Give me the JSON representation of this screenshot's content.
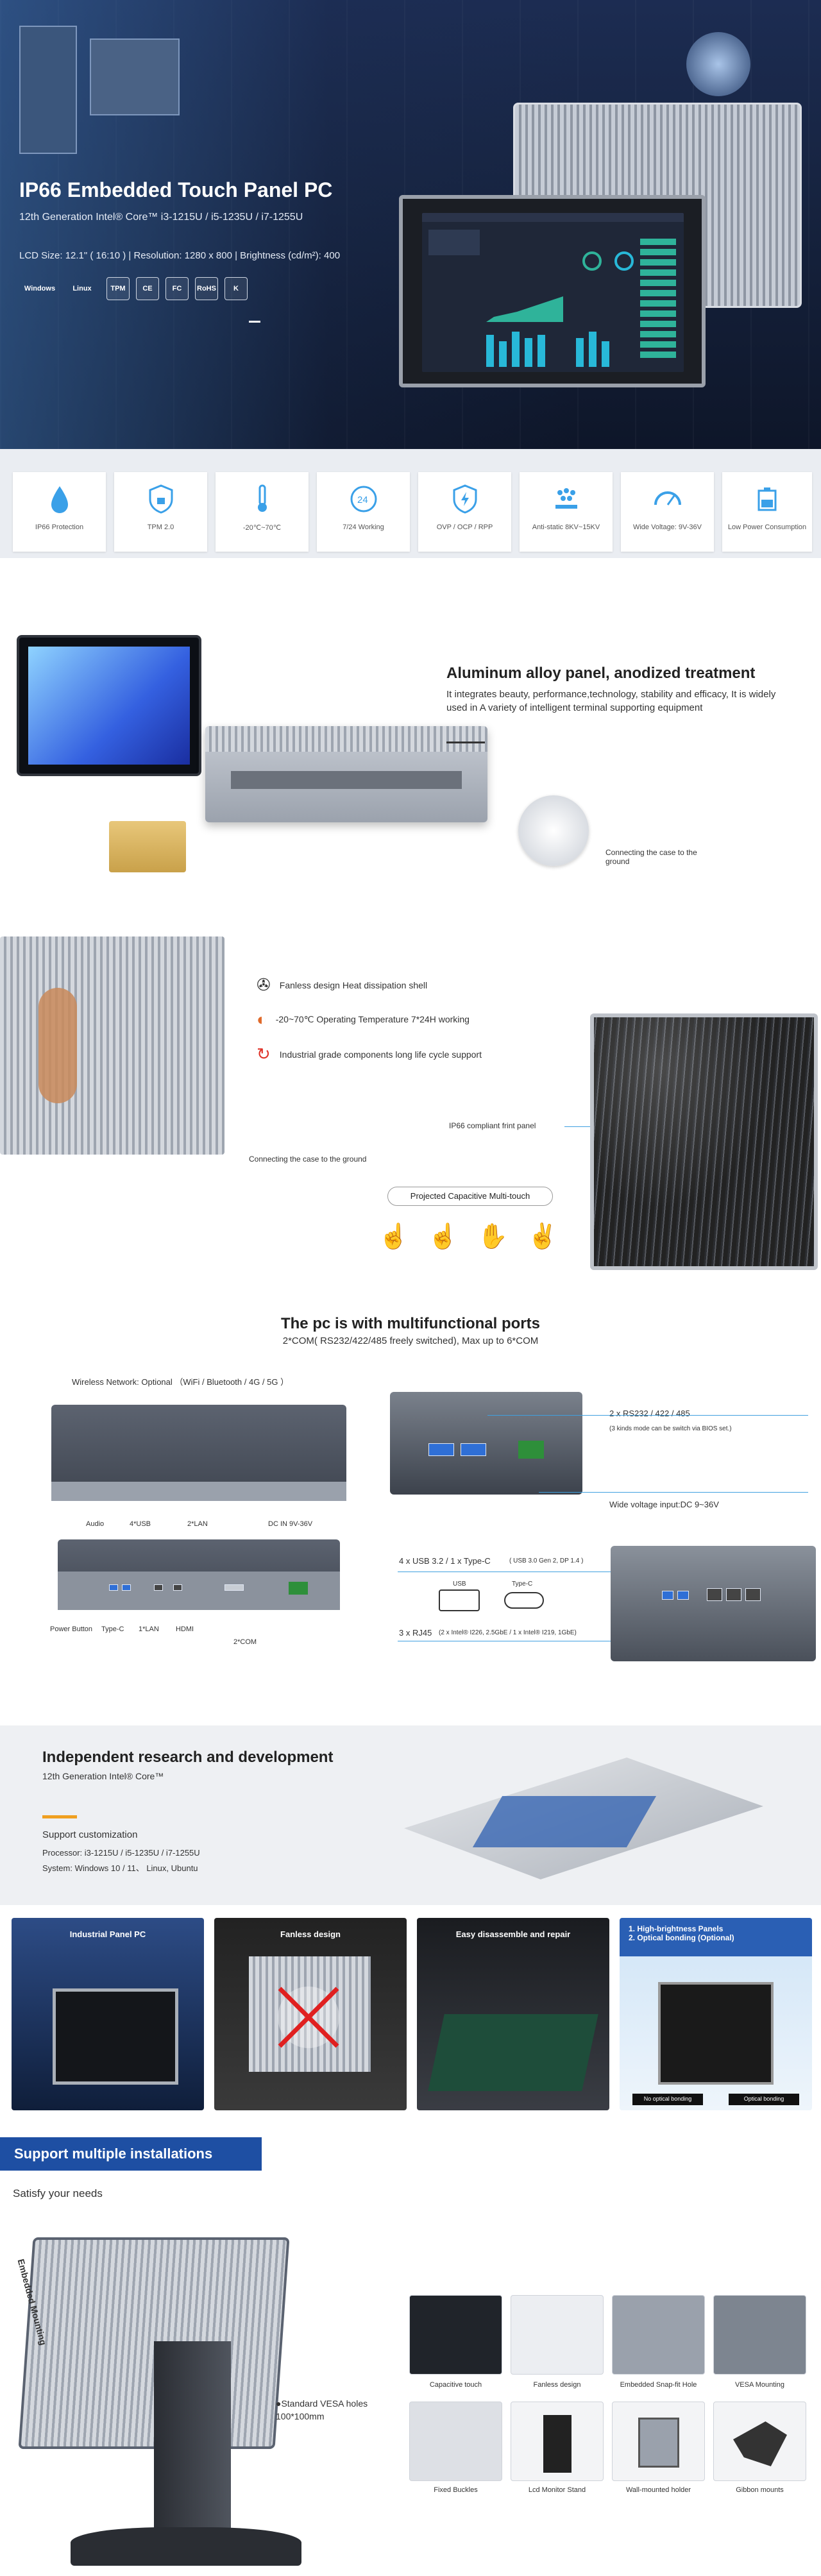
{
  "hero": {
    "title": "IP66 Embedded Touch Panel PC",
    "subtitle": "12th Generation Intel® Core™ i3-1215U / i5-1235U / i7-1255U",
    "specs": "LCD Size: 12.1\" ( 16:10 )  |  Resolution: 1280 x 800  |  Brightness (cd/m²): 400",
    "logos": [
      "Windows",
      "Linux",
      "TPM",
      "CE",
      "FC",
      "RoHS",
      "K"
    ]
  },
  "features": [
    {
      "label": "IP66 Protection",
      "icon": "water-drops-icon"
    },
    {
      "label": "TPM 2.0",
      "icon": "shield-lock-icon"
    },
    {
      "label": "-20℃~70℃",
      "icon": "thermometer-icon"
    },
    {
      "label": "7/24 Working",
      "icon": "clock-24-icon"
    },
    {
      "label": "OVP / OCP / RPP",
      "icon": "power-shield-icon"
    },
    {
      "label": "Anti-static 8KV~15KV",
      "icon": "static-icon"
    },
    {
      "label": "Wide Voltage: 9V-36V",
      "icon": "gauge-icon"
    },
    {
      "label": "Low Power Consumption",
      "icon": "battery-icon"
    }
  ],
  "aluminum": {
    "title": "Aluminum alloy panel, anodized treatment",
    "text": "It integrates beauty, performance,technology, stability and efficacy, It is widely used in A variety of intelligent terminal supporting equipment",
    "ground_note": "Connecting the case to the ground",
    "bullets": [
      "Fanless design Heat dissipation shell",
      "-20~70℃ Operating Temperature 7*24H working",
      "Industrial grade components long life cycle support"
    ],
    "ip66_note": "IP66 compliant frint panel",
    "ground_note2": "Connecting the case to the ground",
    "touch_label": "Projected Capacitive Multi-touch"
  },
  "ports": {
    "title": "The pc is with multifunctional ports",
    "subtitle": "2*COM( RS232/422/485 freely switched), Max up to 6*COM",
    "wireless": "Wireless Network: Optional （WiFi / Bluetooth / 4G / 5G ）",
    "com_label": "2 x RS232 / 422 / 485",
    "com_note": "(3 kinds mode can be switch via BIOS set.)",
    "voltage": "Wide voltage input:DC 9~36V",
    "top_labels": [
      "Audio",
      "4*USB",
      "2*LAN",
      "DC IN 9V-36V"
    ],
    "bottom_labels": [
      "Power Button",
      "Type-C",
      "1*LAN",
      "HDMI",
      "2*COM"
    ],
    "usb_label": "4 x USB 3.2 / 1 x Type-C",
    "usb_note": "( USB 3.0 Gen 2, DP 1.4 )",
    "usb_icon": "USB",
    "typec_icon": "Type-C",
    "rj45_label": "3 x RJ45",
    "rj45_note": "(2 x Intel® I226, 2.5GbE / 1 x Intel® I219, 1GbE)"
  },
  "rnd": {
    "title": "Independent research and development",
    "subtitle": "12th Generation Intel® Core™",
    "support": "Support customization",
    "processor": "Processor: i3-1215U / i5-1235U / i7-1255U",
    "system": "System: Windows 10 / 11、 Linux, Ubuntu"
  },
  "gallery": [
    {
      "title": "Industrial Panel PC"
    },
    {
      "title": "Fanless design"
    },
    {
      "title": "Easy disassemble and repair"
    },
    {
      "title": "1. High-brightness Panels\n2. Optical bonding (Optional)",
      "left_tag": "No optical bonding",
      "right_tag": "Optical bonding"
    }
  ],
  "install": {
    "tag": "Support multiple installations",
    "sub": "Satisfy your needs",
    "side": "Embedded Mounting",
    "vesa": "●Standard VESA holes\n100*100mm",
    "thumbs": [
      "Capacitive touch",
      "Fanless design",
      "Embedded Snap-fit Hole",
      "VESA Mounting",
      "Fixed Buckles",
      "Lcd Monitor Stand",
      "Wall-mounted holder",
      "Gibbon mounts"
    ]
  }
}
